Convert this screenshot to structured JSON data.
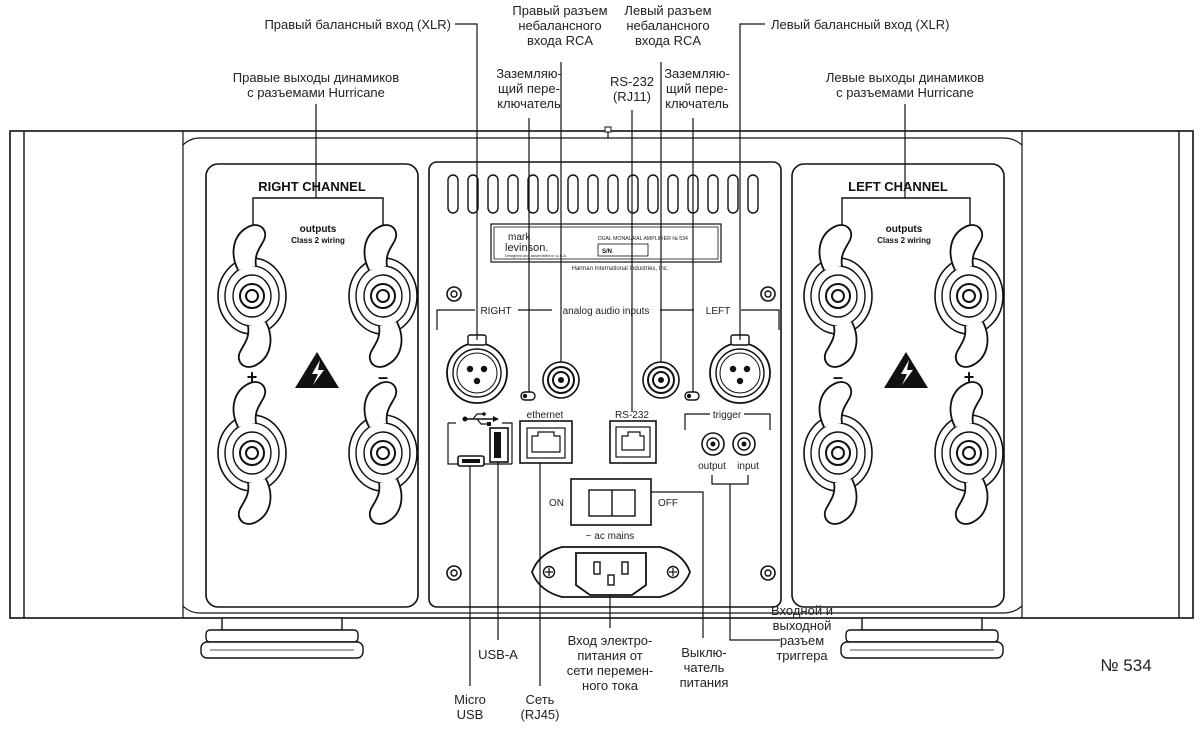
{
  "panel": {
    "right_channel": "RIGHT CHANNEL",
    "left_channel": "LEFT CHANNEL",
    "outputs": "outputs",
    "class2": "Class 2 wiring",
    "plus": "+",
    "minus": "–",
    "brand_line1": "mark",
    "brand_line2": "levinson.",
    "brand_tagline": "Designed and assembled in U.S.A.",
    "model": "DUAL MONAURAL AMPLIFIER № 534",
    "sn": "S/N",
    "manufacturer": "Harman International Industries, Inc.",
    "inputs_right": "RIGHT",
    "inputs_center": "analog audio inputs",
    "inputs_left": "LEFT",
    "ethernet": "ethernet",
    "rs232": "RS-232",
    "trigger": "trigger",
    "trigger_out": "output",
    "trigger_in": "input",
    "switch_on": "ON",
    "switch_off": "OFF",
    "ac_mains": "~ ac mains"
  },
  "callouts": {
    "xlr_right": "Правый балансный вход (XLR)",
    "rca_right": "Правый разъем\nнебалансного\nвхода RCA",
    "rca_left": "Левый разъем\nнебалансного\nвхода RCA",
    "xlr_left": "Левый балансный вход (XLR)",
    "ground_right": "Заземляю-\nщий пере-\nключатель",
    "rs232": "RS-232\n(RJ11)",
    "ground_left": "Заземляю-\nщий пере-\nключатель",
    "speakers_right": "Правые выходы динамиков\nс разъемами Hurricane",
    "speakers_left": "Левые выходы динамиков\nс разъемами Hurricane",
    "usb_a": "USB-A",
    "micro_usb": "Micro\nUSB",
    "network": "Сеть\n(RJ45)",
    "power_inlet": "Вход электро-\nпитания от\nсети перемен-\nного тока",
    "power_switch": "Выклю-\nчатель\nпитания",
    "trigger": "Входной и\nвыходной\nразъем\nтриггера"
  },
  "figure_number": "№ 534"
}
